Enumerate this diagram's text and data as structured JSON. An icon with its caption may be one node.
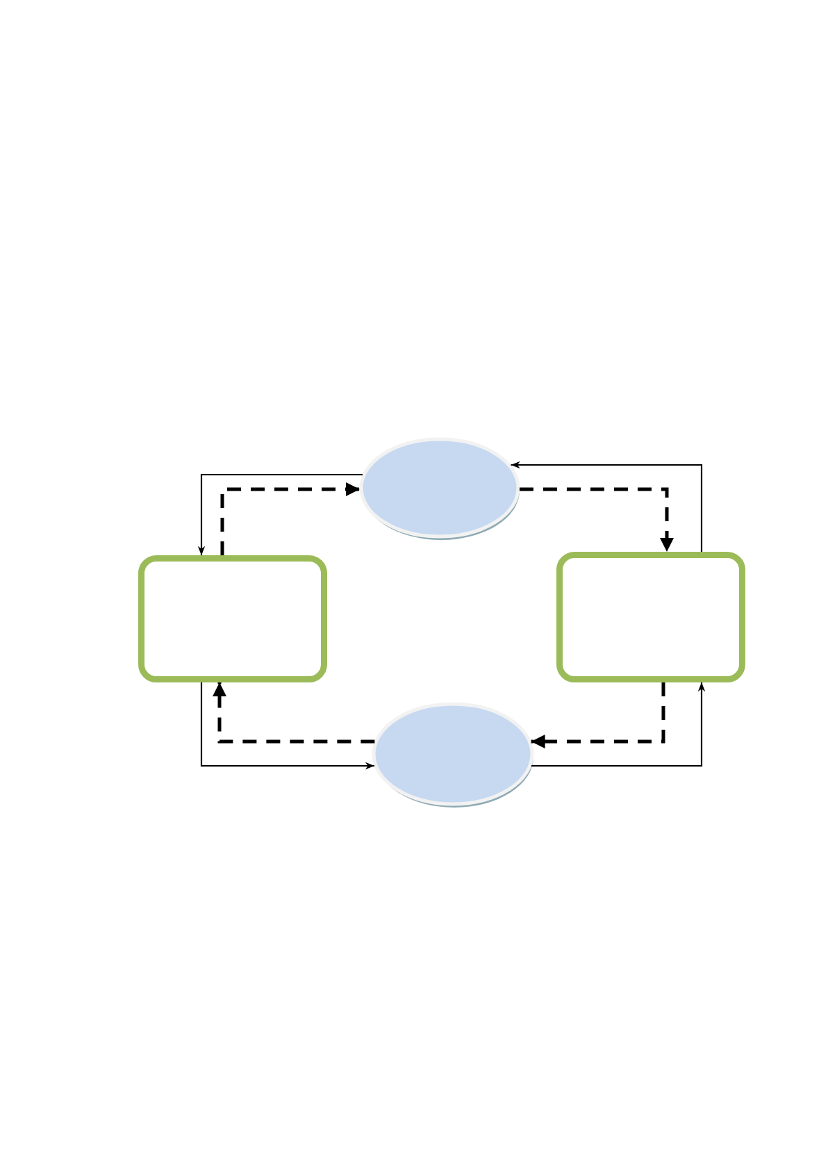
{
  "diagram": {
    "nodes": [
      {
        "text": [],
        "shape": "ellipse"
      },
      {
        "text": [],
        "shape": "box"
      },
      {
        "text": [],
        "shape": "box"
      },
      {
        "text": [],
        "shape": "ellipse"
      }
    ],
    "edges": [
      {
        "from": 0,
        "to": 1,
        "arrow": "to"
      },
      {
        "from": 1,
        "to": 0,
        "arrow": "to",
        "style": "dashed"
      },
      {
        "from": 0,
        "to": 2,
        "arrow": "to",
        "style": "dashed"
      },
      {
        "from": 2,
        "to": 0,
        "arrow": "to"
      },
      {
        "from": 2,
        "to": 3,
        "arrow": "to",
        "style": "dashed"
      },
      {
        "from": 3,
        "to": 2,
        "arrow": "to"
      },
      {
        "from": 3,
        "to": 1,
        "arrow": "to",
        "style": "dashed"
      },
      {
        "from": 1,
        "to": 3,
        "arrow": "to"
      }
    ]
  }
}
